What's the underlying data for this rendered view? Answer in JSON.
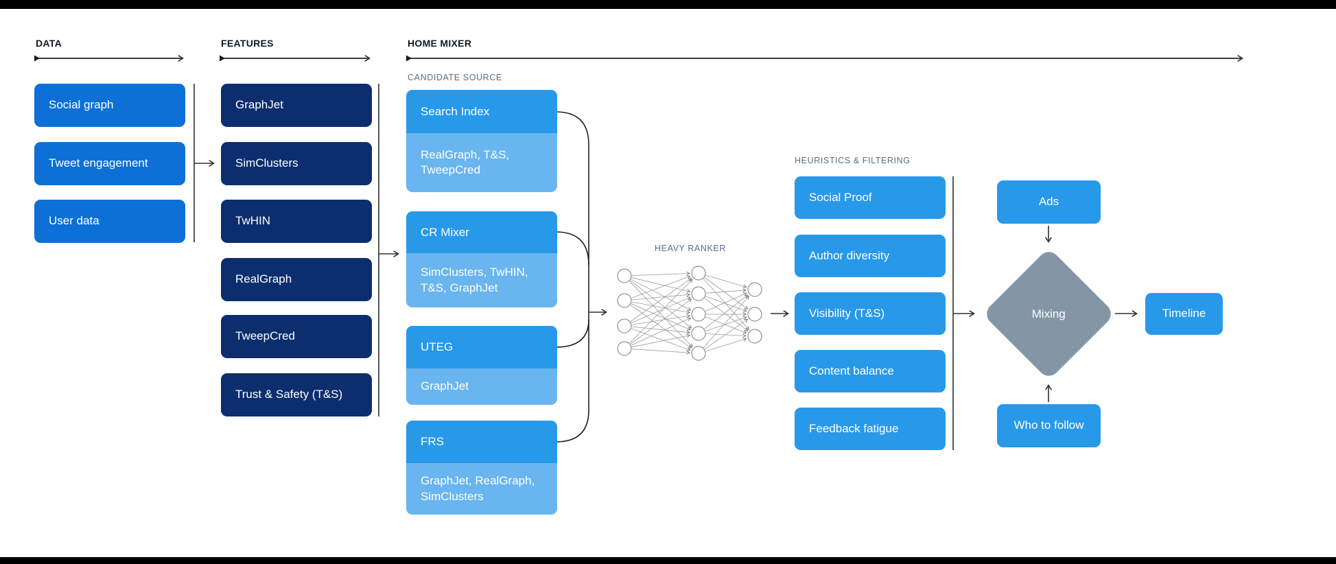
{
  "headers": {
    "data": "DATA",
    "features": "FEATURES",
    "home_mixer": "HOME MIXER"
  },
  "subheaders": {
    "candidate_source": "CANDIDATE SOURCE",
    "heavy_ranker": "HEAVY RANKER",
    "heuristics": "HEURISTICS & FILTERING"
  },
  "data_sources": {
    "items": [
      "Social graph",
      "Tweet engagement",
      "User data"
    ]
  },
  "features": {
    "items": [
      "GraphJet",
      "SimClusters",
      "TwHIN",
      "RealGraph",
      "TweepCred",
      "Trust & Safety (T&S)"
    ]
  },
  "candidate_sources": {
    "items": [
      {
        "name": "Search Index",
        "uses": "RealGraph, T&S, TweepCred"
      },
      {
        "name": "CR Mixer",
        "uses": "SimClusters, TwHIN, T&S, GraphJet"
      },
      {
        "name": "UTEG",
        "uses": "GraphJet"
      },
      {
        "name": "FRS",
        "uses": "GraphJet, RealGraph, SimClusters"
      }
    ]
  },
  "heuristics": {
    "items": [
      "Social Proof",
      "Author diversity",
      "Visibility (T&S)",
      "Content balance",
      "Feedback fatigue"
    ]
  },
  "mixing_stage": {
    "ads": "Ads",
    "mixing": "Mixing",
    "who_to_follow": "Who to follow",
    "timeline": "Timeline"
  },
  "colors": {
    "primary_blue": "#0C70D6",
    "navy": "#0C2E6E",
    "azure": "#2899E8",
    "light_azure": "#69B5EF",
    "diamond_gray": "#8496A6",
    "label_gray": "#5B6E80",
    "header_dark": "#0E1A26",
    "bar_color": "#000000",
    "line_color": "#2E2E2E",
    "nn_line_color": "#999999"
  }
}
